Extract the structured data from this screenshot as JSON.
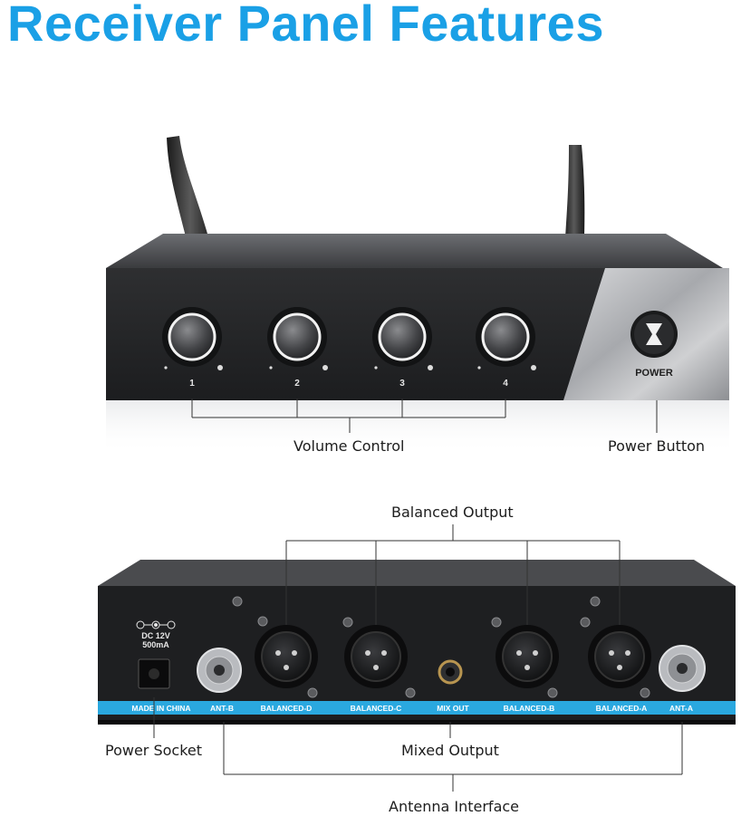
{
  "title": "Receiver Panel Features",
  "accent_color": "#1aa0e6",
  "front_panel": {
    "channel_labels": [
      "1",
      "2",
      "3",
      "4"
    ],
    "power_label": "POWER",
    "power_icon": "hourglass-icon"
  },
  "callouts": {
    "volume_control": "Volume Control",
    "power_button": "Power Button",
    "balanced_output": "Balanced Output",
    "power_socket": "Power Socket",
    "mixed_output": "Mixed Output",
    "antenna_interface": "Antenna Interface"
  },
  "rear_panel": {
    "dc_label_line1": "DC 12V",
    "dc_label_line2": "500mA",
    "strip_labels": {
      "made_in": "MADE IN CHINA",
      "ant_b": "ANT-B",
      "balanced_d": "BALANCED-D",
      "balanced_c": "BALANCED-C",
      "mix_out": "MIX OUT",
      "balanced_b": "BALANCED-B",
      "balanced_a": "BALANCED-A",
      "ant_a": "ANT-A"
    }
  }
}
